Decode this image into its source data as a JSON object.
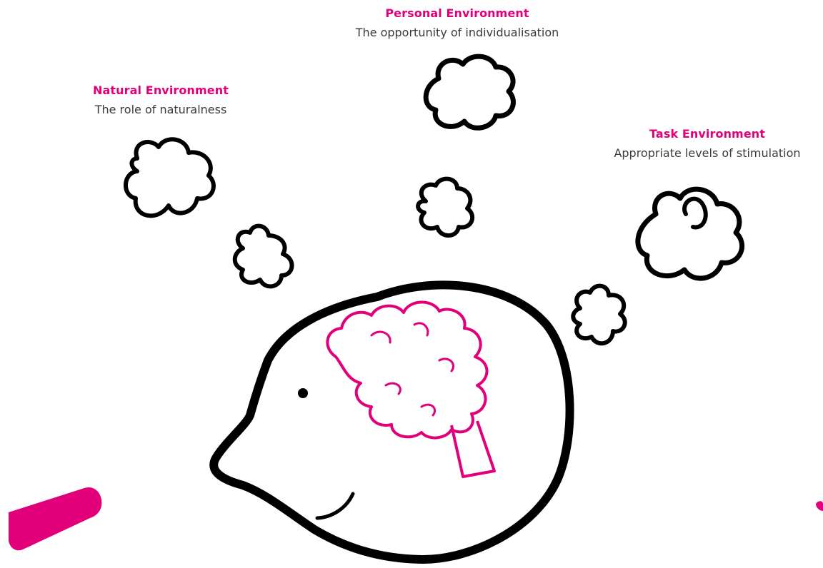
{
  "labels": {
    "personal": {
      "title": "Personal Environment",
      "subtitle": "The opportunity of individualisation"
    },
    "natural": {
      "title": "Natural Environment",
      "subtitle": "The role of naturalness"
    },
    "task": {
      "title": "Task Environment",
      "subtitle": "Appropriate levels of stimulation"
    }
  },
  "colors": {
    "accent": "#e2007a",
    "ink": "#000000",
    "text": "#3a3a3a"
  }
}
